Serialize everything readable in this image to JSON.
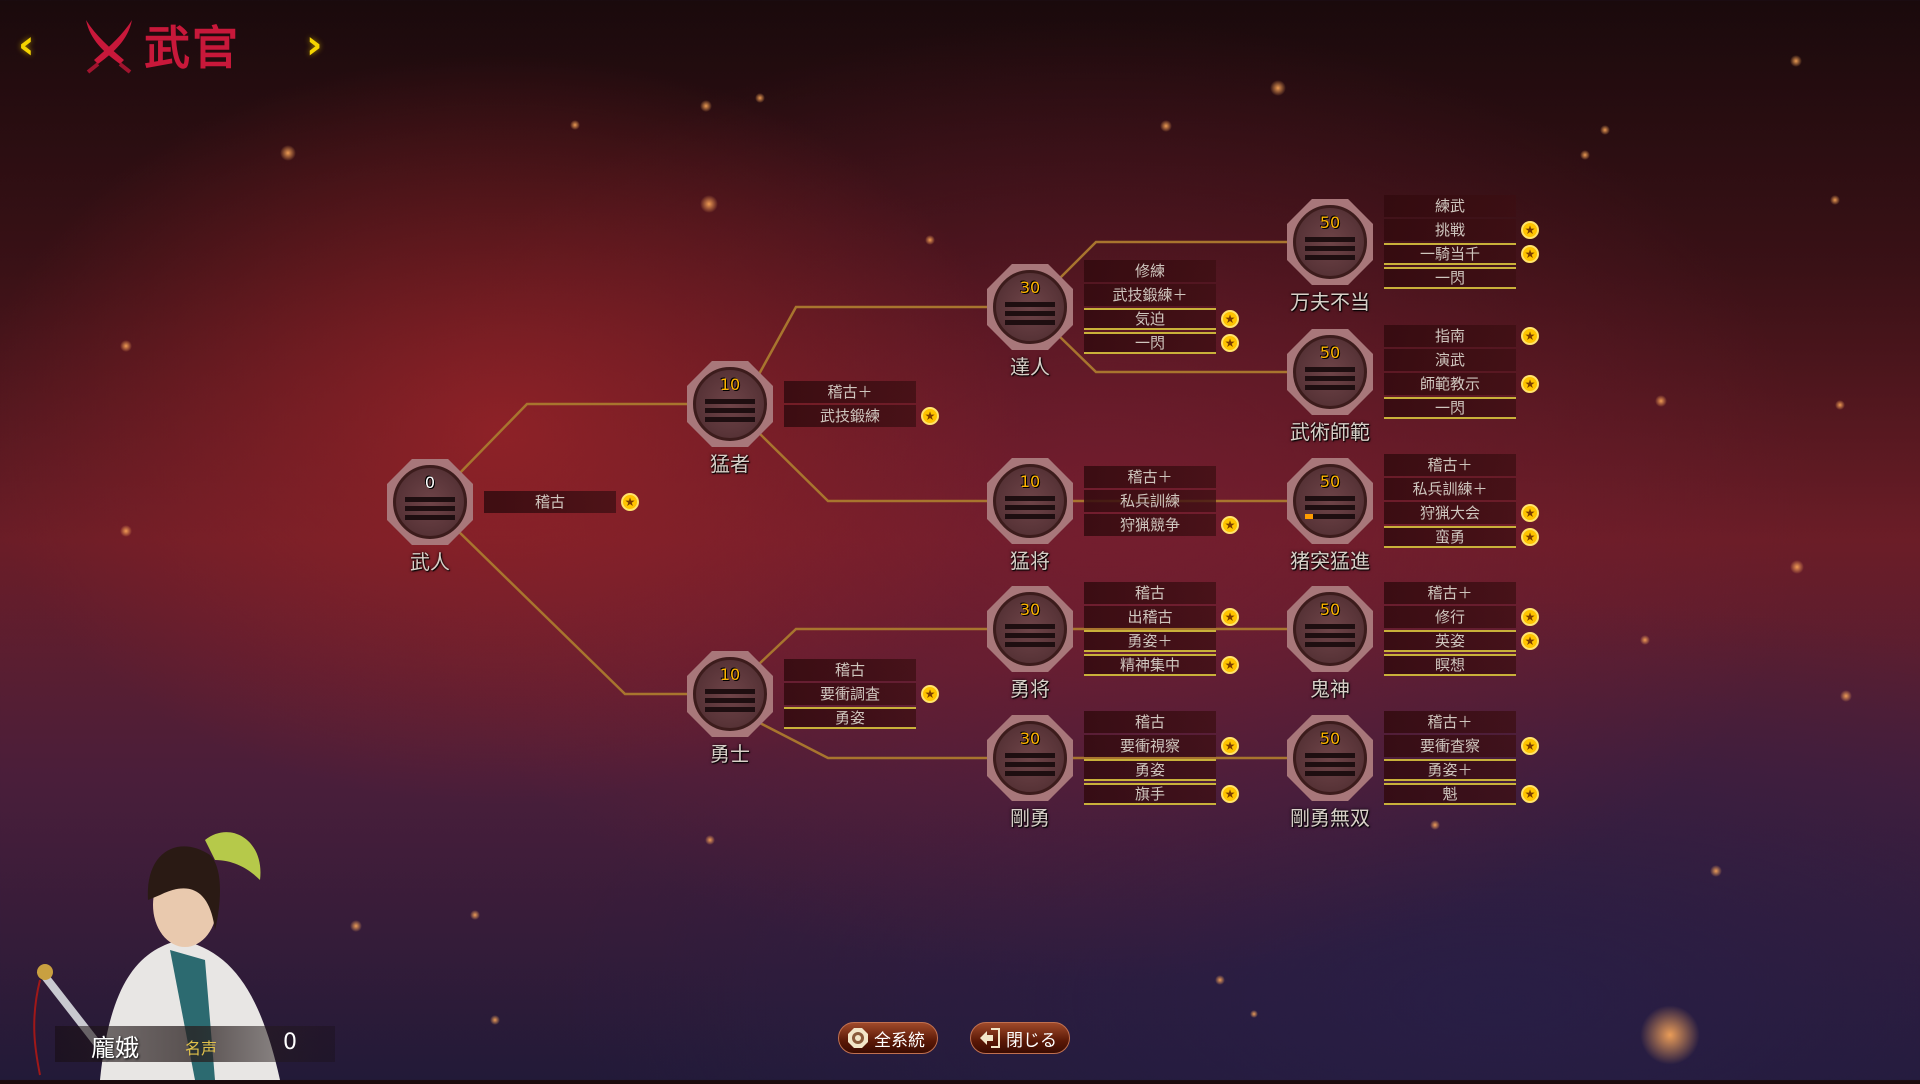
{
  "header": {
    "title": "武官",
    "prev_icon": "chevron-left-icon",
    "next_icon": "chevron-right-icon"
  },
  "nodes": [
    {
      "name": "武人",
      "value": "0",
      "progress": 0,
      "skills": [
        {
          "label": "稽古",
          "star": true,
          "acquired": false
        }
      ]
    },
    {
      "name": "猛者",
      "value": "10",
      "progress": 0,
      "skills": [
        {
          "label": "稽古＋",
          "star": false,
          "acquired": false
        },
        {
          "label": "武技鍛練",
          "star": true,
          "acquired": false
        }
      ]
    },
    {
      "name": "勇士",
      "value": "10",
      "progress": 0,
      "skills": [
        {
          "label": "稽古",
          "star": false,
          "acquired": false
        },
        {
          "label": "要衝調査",
          "star": true,
          "acquired": false
        },
        {
          "label": "勇姿",
          "star": false,
          "acquired": true
        }
      ]
    },
    {
      "name": "達人",
      "value": "30",
      "progress": 0,
      "skills": [
        {
          "label": "修練",
          "star": false,
          "acquired": false
        },
        {
          "label": "武技鍛練＋",
          "star": false,
          "acquired": false
        },
        {
          "label": "気迫",
          "star": true,
          "acquired": true
        },
        {
          "label": "一閃",
          "star": true,
          "acquired": true
        }
      ]
    },
    {
      "name": "猛将",
      "value": "10",
      "progress": 0,
      "skills": [
        {
          "label": "稽古＋",
          "star": false,
          "acquired": false
        },
        {
          "label": "私兵訓練",
          "star": false,
          "acquired": false
        },
        {
          "label": "狩猟競争",
          "star": true,
          "acquired": false
        }
      ]
    },
    {
      "name": "勇将",
      "value": "30",
      "progress": 0,
      "skills": [
        {
          "label": "稽古",
          "star": false,
          "acquired": false
        },
        {
          "label": "出稽古",
          "star": true,
          "acquired": false
        },
        {
          "label": "勇姿＋",
          "star": false,
          "acquired": true
        },
        {
          "label": "精神集中",
          "star": true,
          "acquired": true
        }
      ]
    },
    {
      "name": "剛勇",
      "value": "30",
      "progress": 0,
      "skills": [
        {
          "label": "稽古",
          "star": false,
          "acquired": false
        },
        {
          "label": "要衝視察",
          "star": true,
          "acquired": false
        },
        {
          "label": "勇姿",
          "star": false,
          "acquired": true
        },
        {
          "label": "旗手",
          "star": true,
          "acquired": true
        }
      ]
    },
    {
      "name": "万夫不当",
      "value": "50",
      "progress": 0,
      "skills": [
        {
          "label": "練武",
          "star": false,
          "acquired": false
        },
        {
          "label": "挑戦",
          "star": true,
          "acquired": false
        },
        {
          "label": "一騎当千",
          "star": true,
          "acquired": true
        },
        {
          "label": "一閃",
          "star": false,
          "acquired": true
        }
      ]
    },
    {
      "name": "武術師範",
      "value": "50",
      "progress": 0,
      "skills": [
        {
          "label": "指南",
          "star": true,
          "acquired": false
        },
        {
          "label": "演武",
          "star": false,
          "acquired": false
        },
        {
          "label": "師範教示",
          "star": true,
          "acquired": false
        },
        {
          "label": "一閃",
          "star": false,
          "acquired": true
        }
      ]
    },
    {
      "name": "猪突猛進",
      "value": "50",
      "progress": 0.15,
      "skills": [
        {
          "label": "稽古＋",
          "star": false,
          "acquired": false
        },
        {
          "label": "私兵訓練＋",
          "star": false,
          "acquired": false
        },
        {
          "label": "狩猟大会",
          "star": true,
          "acquired": false
        },
        {
          "label": "蛮勇",
          "star": true,
          "acquired": true
        }
      ]
    },
    {
      "name": "鬼神",
      "value": "50",
      "progress": 0,
      "skills": [
        {
          "label": "稽古＋",
          "star": false,
          "acquired": false
        },
        {
          "label": "修行",
          "star": true,
          "acquired": false
        },
        {
          "label": "英姿",
          "star": true,
          "acquired": true
        },
        {
          "label": "瞑想",
          "star": false,
          "acquired": true
        }
      ]
    },
    {
      "name": "剛勇無双",
      "value": "50",
      "progress": 0,
      "skills": [
        {
          "label": "稽古＋",
          "star": false,
          "acquired": false
        },
        {
          "label": "要衝査察",
          "star": true,
          "acquired": false
        },
        {
          "label": "勇姿＋",
          "star": false,
          "acquired": true
        },
        {
          "label": "魁",
          "star": true,
          "acquired": true
        }
      ]
    }
  ],
  "character": {
    "name": "龐娥",
    "fame_label": "名声",
    "fame_value": "0"
  },
  "buttons": {
    "all_lines": "全系統",
    "close": "閉じる"
  },
  "colors": {
    "accent_gold": "#ffc400",
    "title_red": "#c8183a",
    "line": "#a8752e"
  }
}
